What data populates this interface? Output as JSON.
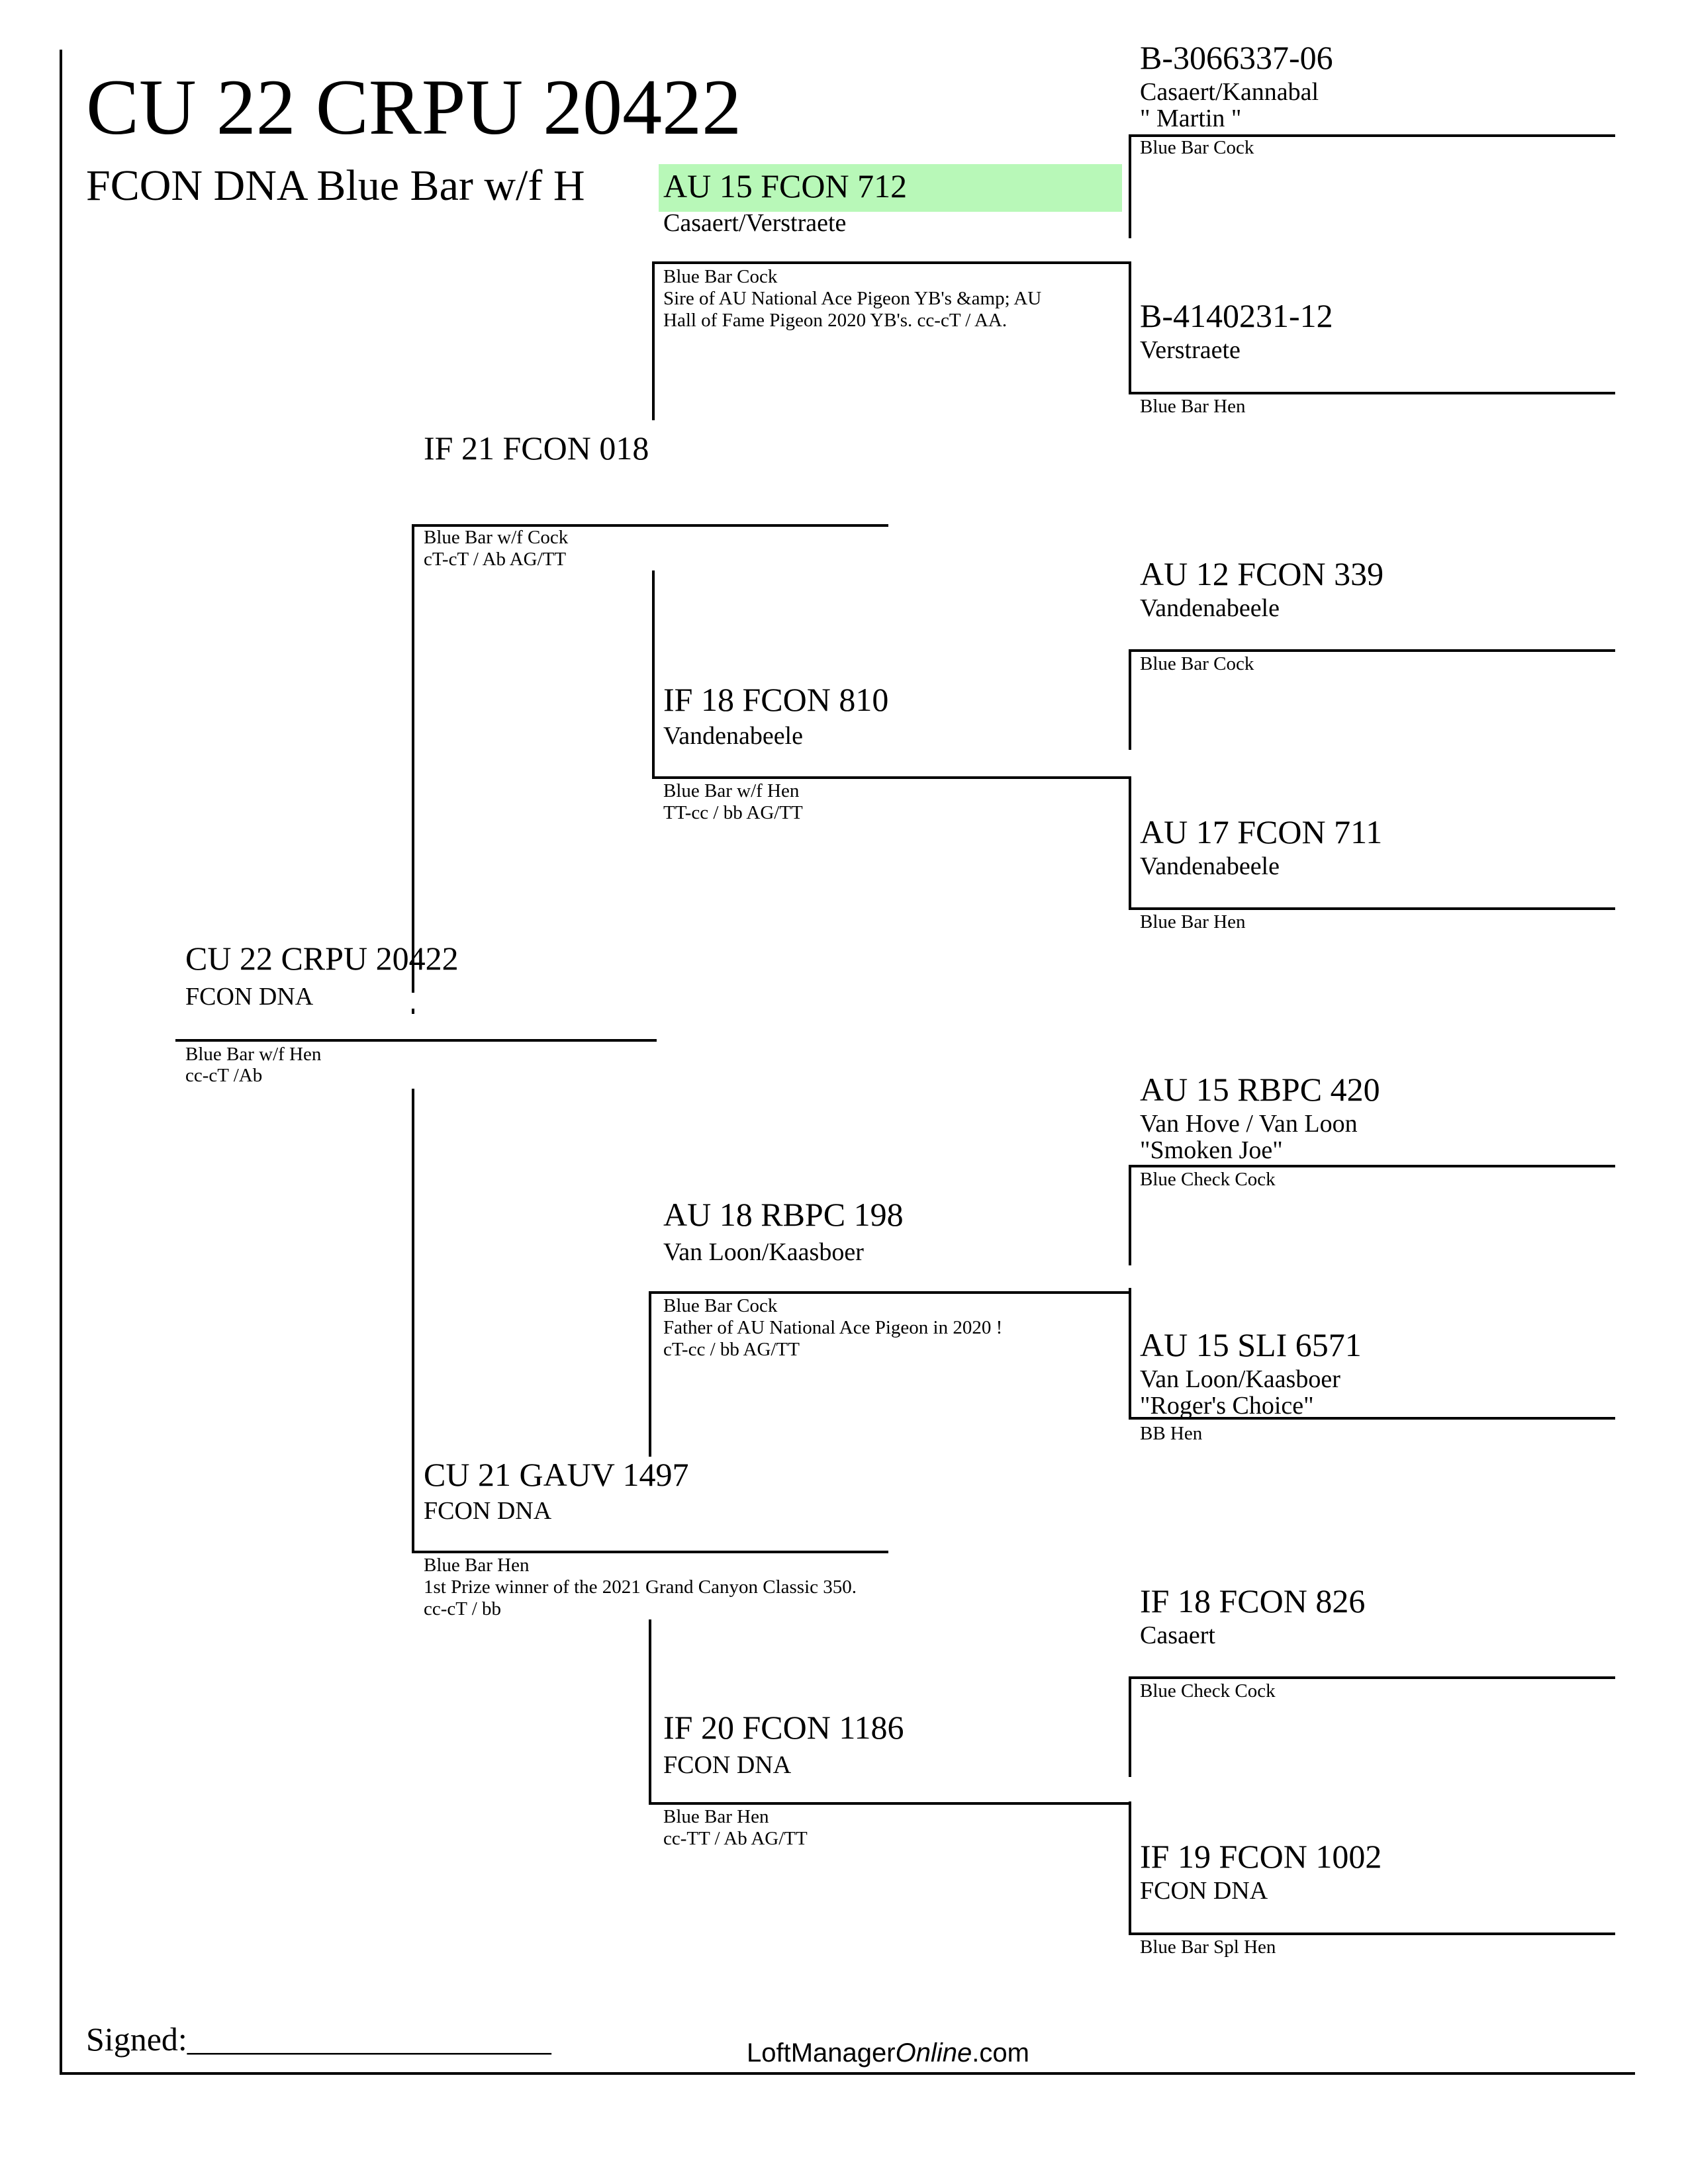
{
  "header": {
    "title": "CU 22 CRPU 20422",
    "subtitle": "FCON DNA Blue Bar w/f H"
  },
  "subject": {
    "band": "CU 22 CRPU 20422",
    "line1": "FCON DNA",
    "color_sex": "Blue Bar w/f Hen",
    "notes": [
      "cc-cT /Ab"
    ]
  },
  "sire": {
    "band": "IF 21 FCON 018",
    "color_sex": "Blue Bar w/f Cock",
    "notes": [
      "cT-cT / Ab  AG/TT"
    ]
  },
  "dam": {
    "band": "CU 21 GAUV 1497",
    "line1": "FCON DNA",
    "color_sex": "Blue Bar Hen",
    "notes": [
      "1st Prize winner of the 2021 Grand Canyon Classic 350.",
      " cc-cT / bb"
    ]
  },
  "sire_sire": {
    "band": "AU 15 FCON 712",
    "line1": "Casaert/Verstraete",
    "color_sex": "Blue Bar Cock",
    "notes": [
      "Sire of AU National Ace Pigeon YB's &amp; AU",
      "Hall of Fame Pigeon 2020 YB's. cc-cT / AA."
    ],
    "highlight_color": "#b8f8b8"
  },
  "sire_dam": {
    "band": "IF 18 FCON 810",
    "line1": "Vandenabeele",
    "color_sex": "Blue Bar w/f Hen",
    "notes": [
      "TT-cc / bb  AG/TT"
    ]
  },
  "dam_sire": {
    "band": "AU 18 RBPC 198",
    "line1": "Van Loon/Kaasboer",
    "color_sex": "Blue Bar Cock",
    "notes": [
      " Father of AU National Ace Pigeon in 2020 !",
      "   cT-cc / bb  AG/TT"
    ]
  },
  "dam_dam": {
    "band": "IF 20 FCON 1186",
    "line1": "FCON DNA",
    "color_sex": "Blue Bar Hen",
    "notes": [
      "cc-TT / Ab  AG/TT"
    ]
  },
  "great_grandparents": [
    {
      "band": "B-3066337-06",
      "line1": "Casaert/Kannabal",
      "line2": "\" Martin \"",
      "color_sex": "Blue Bar Cock"
    },
    {
      "band": "B-4140231-12",
      "line1": "Verstraete",
      "line2": "",
      "color_sex": "Blue Bar Hen"
    },
    {
      "band": "AU 12 FCON 339",
      "line1": "Vandenabeele",
      "line2": "",
      "color_sex": "Blue Bar Cock"
    },
    {
      "band": "AU 17 FCON 711",
      "line1": "Vandenabeele",
      "line2": "",
      "color_sex": "Blue Bar Hen"
    },
    {
      "band": "AU 15 RBPC 420",
      "line1": "Van Hove / Van Loon",
      "line2": "\"Smoken Joe\"",
      "color_sex": "Blue Check Cock"
    },
    {
      "band": "AU 15 SLI 6571",
      "line1": "Van Loon/Kaasboer",
      "line2": "\"Roger's Choice\"",
      "color_sex": "BB Hen"
    },
    {
      "band": "IF 18 FCON 826",
      "line1": "Casaert",
      "line2": "",
      "color_sex": "Blue Check Cock"
    },
    {
      "band": "IF 19 FCON 1002",
      "line1": "FCON DNA",
      "line2": "",
      "color_sex": "Blue Bar Spl Hen"
    }
  ],
  "footer": {
    "signed_label": "Signed:______________________",
    "site_prefix": "LoftManager",
    "site_italic": "Online",
    "site_suffix": ".com"
  }
}
